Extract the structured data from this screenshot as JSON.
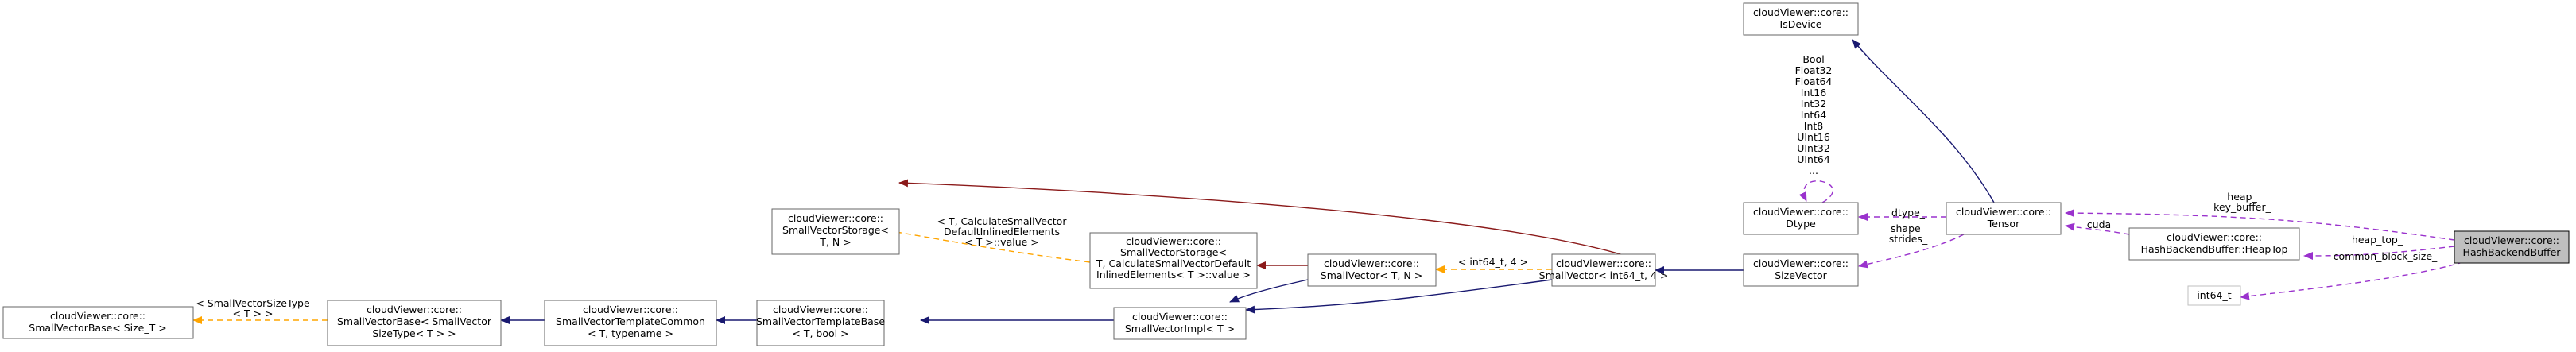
{
  "colors": {
    "inherit": "#191970",
    "template": "#8b1a1a",
    "template_instance": "#ffa500",
    "usage": "#9a32cd",
    "node_stroke": "#666666",
    "focus_fill": "#bfbfbf"
  },
  "nodes": {
    "isdevice": {
      "line1": "cloudViewer::core::",
      "line2": "IsDevice"
    },
    "dtype": {
      "line1": "cloudViewer::core::",
      "line2": "Dtype"
    },
    "sizevector": {
      "line1": "cloudViewer::core::",
      "line2": "SizeVector"
    },
    "tensor": {
      "line1": "cloudViewer::core::",
      "line2": "Tensor"
    },
    "heaptop": {
      "line1": "cloudViewer::core::",
      "line2": "HashBackendBuffer::HeapTop"
    },
    "hashbackendbuffer": {
      "line1": "cloudViewer::core::",
      "line2": "HashBackendBuffer"
    },
    "int64t": {
      "line1": "int64_t"
    },
    "smallvector_int64": {
      "line1": "cloudViewer::core::",
      "line2": "SmallVector< int64_t, 4 >"
    },
    "smallvector_tn": {
      "line1": "cloudViewer::core::",
      "line2": "SmallVector< T, N >"
    },
    "smallvectorstorage_default": {
      "line1": "cloudViewer::core::",
      "line2": "SmallVectorStorage<",
      "line3": "T, CalculateSmallVectorDefault",
      "line4": "InlinedElements< T >::value >"
    },
    "smallvectorstorage": {
      "line1": "cloudViewer::core::",
      "line2": "SmallVectorStorage<",
      "line3": "T, N >"
    },
    "smallvectorimpl": {
      "line1": "cloudViewer::core::",
      "line2": "SmallVectorImpl< T >"
    },
    "templatebase": {
      "line1": "cloudViewer::core::",
      "line2": "SmallVectorTemplateBase",
      "line3": "< T, bool >"
    },
    "templatecommon": {
      "line1": "cloudViewer::core::",
      "line2": "SmallVectorTemplateCommon",
      "line3": "< T, typename >"
    },
    "vectorbase_sizetype": {
      "line1": "cloudViewer::core::",
      "line2": "SmallVectorBase< SmallVector",
      "line3": "SizeType< T > >"
    },
    "vectorbase_size_t": {
      "line1": "cloudViewer::core::",
      "line2": "SmallVectorBase< Size_T >"
    }
  },
  "edge_labels": {
    "dtype_self": [
      "Bool",
      "Float32",
      "Float64",
      "Int16",
      "Int32",
      "Int64",
      "Int8",
      "UInt16",
      "UInt32",
      "UInt64",
      "..."
    ],
    "dtype_to_tensor": "dtype_",
    "sizevector_to_tensor": [
      "shape_",
      "strides_"
    ],
    "tensor_to_hashbuffer": [
      "heap_",
      "key_buffer_"
    ],
    "tensor_to_heaptop": "cuda",
    "heaptop_to_hashbuffer": "heap_top_",
    "int64_to_hashbuffer": "common_block_size_",
    "smallvector_instance": "< int64_t, 4 >",
    "storage_instance": [
      "< T, CalculateSmallVector",
      "DefaultInlinedElements",
      "< T >::value >"
    ],
    "vectorbase_instance": [
      "< SmallVectorSizeType",
      "< T > >"
    ]
  }
}
